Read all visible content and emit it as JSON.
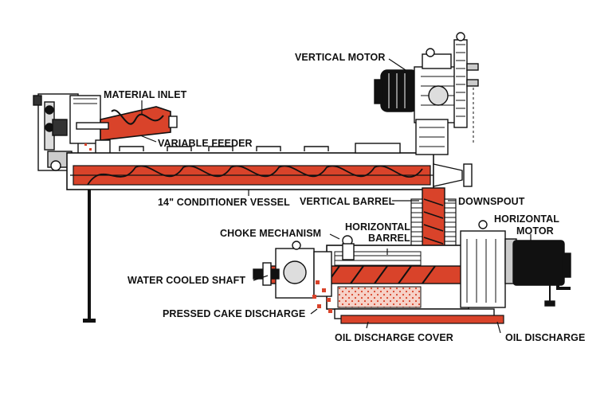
{
  "labels": {
    "vertical_motor": "VERTICAL MOTOR",
    "material_inlet": "MATERIAL INLET",
    "variable_feeder": "VARIABLE FEEDER",
    "conditioner_vessel": "14\" CONDITIONER VESSEL",
    "vertical_barrel": "VERTICAL BARREL",
    "downspout": "DOWNSPOUT",
    "horizontal_motor_line1": "HORIZONTAL",
    "horizontal_motor_line2": "MOTOR",
    "choke_mechanism": "CHOKE MECHANISM",
    "horizontal_barrel_line1": "HORIZONTAL",
    "horizontal_barrel_line2": "BARREL",
    "water_cooled_shaft": "WATER COOLED SHAFT",
    "pressed_cake_discharge": "PRESSED CAKE DISCHARGE",
    "oil_discharge_cover": "OIL DISCHARGE COVER",
    "oil_discharge": "OIL DISCHARGE"
  },
  "colors": {
    "material": "#d9432a",
    "line": "#111111",
    "background": "#ffffff"
  }
}
